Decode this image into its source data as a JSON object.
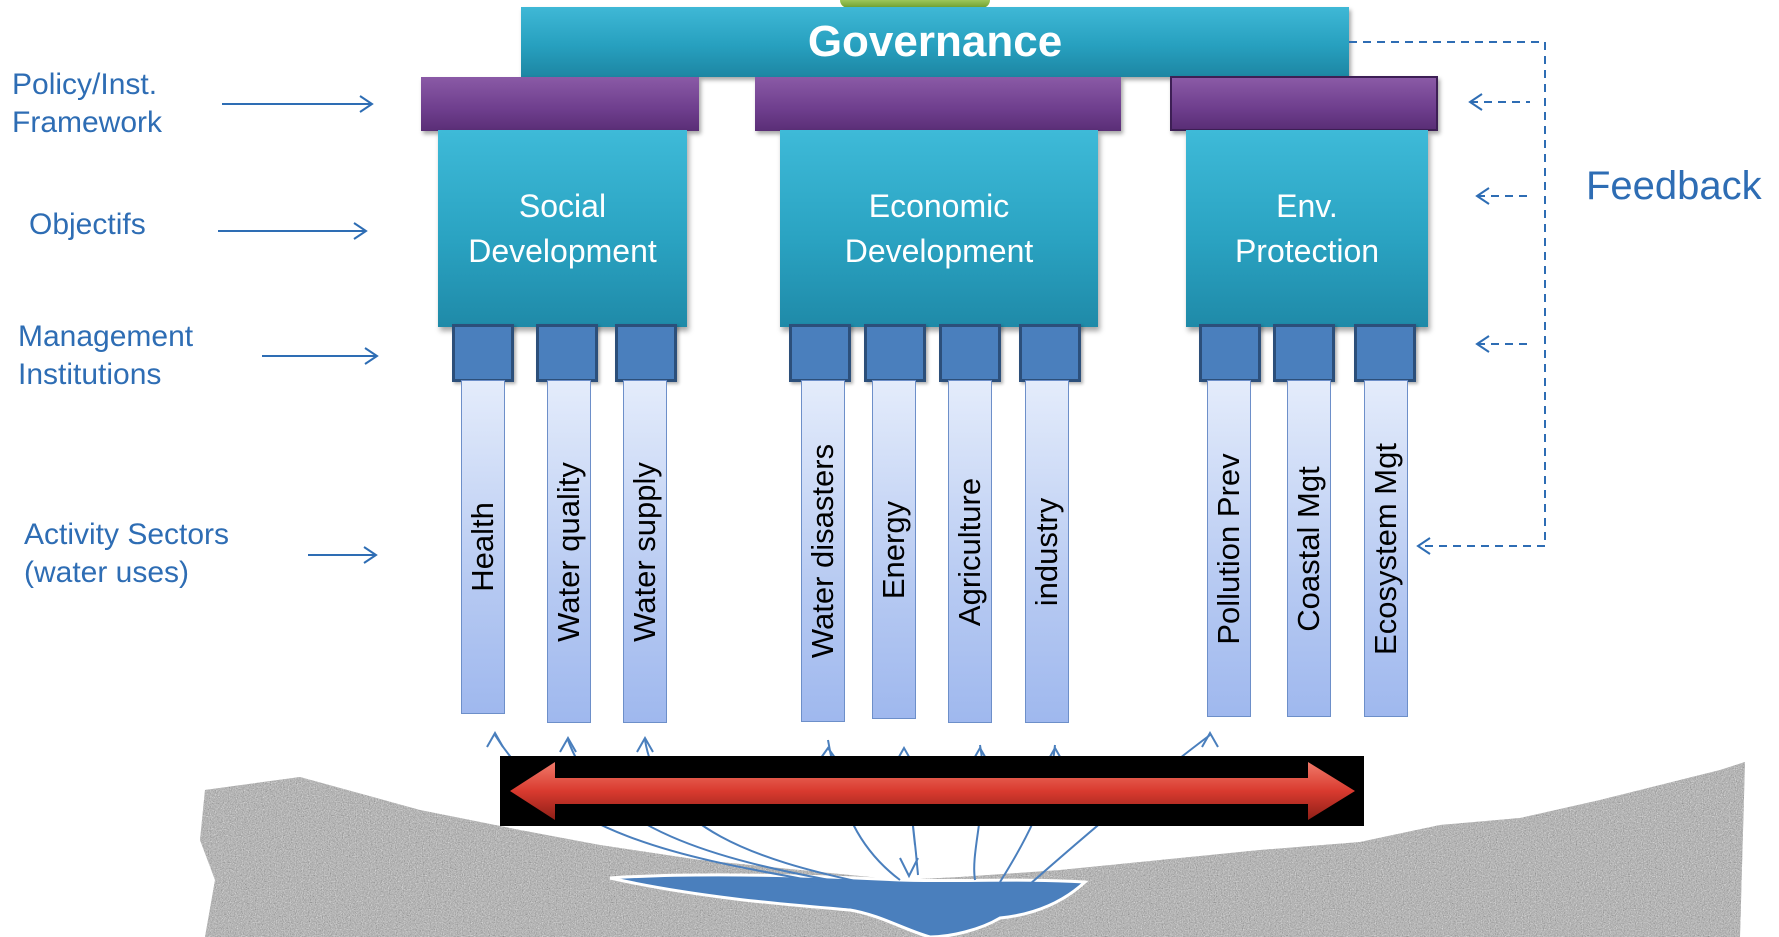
{
  "governance": {
    "title": "Governance"
  },
  "row_labels": [
    {
      "line1": "Policy/Inst.",
      "line2": "Framework"
    },
    {
      "line1": "Objectifs",
      "line2": ""
    },
    {
      "line1": "Management",
      "line2": "Institutions"
    },
    {
      "line1": "Activity Sectors",
      "line2": "(water uses)"
    }
  ],
  "objectives": [
    {
      "line1": "Social",
      "line2": "Development"
    },
    {
      "line1": "Economic",
      "line2": "Development"
    },
    {
      "line1": "Env.",
      "line2": "Protection"
    }
  ],
  "sectors": [
    "Health",
    "Water quality",
    "Water supply",
    "Water disasters",
    "Energy",
    "Agriculture",
    "industry",
    "Pollution  Prev",
    "Coastal  Mgt",
    "Ecosystem  Mgt"
  ],
  "feedback_label": "Feedback",
  "colors": {
    "governance": "#27a0bf",
    "policy_bar": "#6e3e8d",
    "objective_box": "#2aa3c2",
    "institution_box": "#4a7fbd",
    "sector_pillar": "#b7caf2",
    "label_text": "#2e6db4",
    "double_arrow": "#d93a2f",
    "water": "#4a7fbd"
  }
}
